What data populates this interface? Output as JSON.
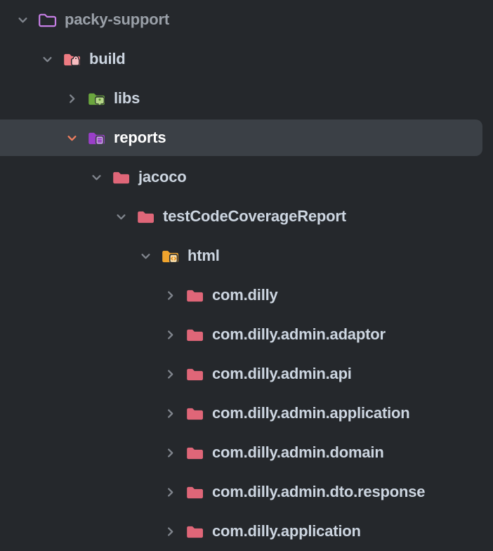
{
  "colors": {
    "background": "#25282c",
    "selected_row_bg": "#3b4046",
    "text_normal": "#ccd5e0",
    "text_muted": "#9aa0a8",
    "text_selected": "#ffffff",
    "chevron_gray": "#80858d",
    "chevron_selected": "#ef7e5f",
    "folder_plain": "#df6678",
    "folder_root_outline": "#c77fe6",
    "folder_build": "#ee7b82",
    "folder_build_badge": "#f8bcc0",
    "folder_libs": "#6ba63e",
    "folder_libs_badge": "#b4d687",
    "folder_libs_badge_mark": "#55892d",
    "folder_reports": "#9a3fc9",
    "folder_reports_badge": "#c99ce8",
    "folder_reports_badge_lines": "#872cb5",
    "folder_html": "#f0a42e",
    "folder_html_badge": "#f5dcab",
    "folder_html_badge_glyph": "#ef961c"
  },
  "tree": {
    "rows": [
      {
        "label": "packy-support",
        "level": 0,
        "expanded": true,
        "selected": false,
        "muted": true,
        "icon": "folder-root"
      },
      {
        "label": "build",
        "level": 1,
        "expanded": true,
        "selected": false,
        "muted": false,
        "icon": "folder-build"
      },
      {
        "label": "libs",
        "level": 2,
        "expanded": false,
        "selected": false,
        "muted": false,
        "icon": "folder-libs"
      },
      {
        "label": "reports",
        "level": 2,
        "expanded": true,
        "selected": true,
        "muted": false,
        "icon": "folder-reports"
      },
      {
        "label": "jacoco",
        "level": 3,
        "expanded": true,
        "selected": false,
        "muted": false,
        "icon": "folder-plain"
      },
      {
        "label": "testCodeCoverageReport",
        "level": 4,
        "expanded": true,
        "selected": false,
        "muted": false,
        "icon": "folder-plain"
      },
      {
        "label": "html",
        "level": 5,
        "expanded": true,
        "selected": false,
        "muted": false,
        "icon": "folder-html"
      },
      {
        "label": "com.dilly",
        "level": 6,
        "expanded": false,
        "selected": false,
        "muted": false,
        "icon": "folder-plain"
      },
      {
        "label": "com.dilly.admin.adaptor",
        "level": 6,
        "expanded": false,
        "selected": false,
        "muted": false,
        "icon": "folder-plain"
      },
      {
        "label": "com.dilly.admin.api",
        "level": 6,
        "expanded": false,
        "selected": false,
        "muted": false,
        "icon": "folder-plain"
      },
      {
        "label": "com.dilly.admin.application",
        "level": 6,
        "expanded": false,
        "selected": false,
        "muted": false,
        "icon": "folder-plain"
      },
      {
        "label": "com.dilly.admin.domain",
        "level": 6,
        "expanded": false,
        "selected": false,
        "muted": false,
        "icon": "folder-plain"
      },
      {
        "label": "com.dilly.admin.dto.response",
        "level": 6,
        "expanded": false,
        "selected": false,
        "muted": false,
        "icon": "folder-plain"
      },
      {
        "label": "com.dilly.application",
        "level": 6,
        "expanded": false,
        "selected": false,
        "muted": false,
        "icon": "folder-plain"
      }
    ]
  }
}
